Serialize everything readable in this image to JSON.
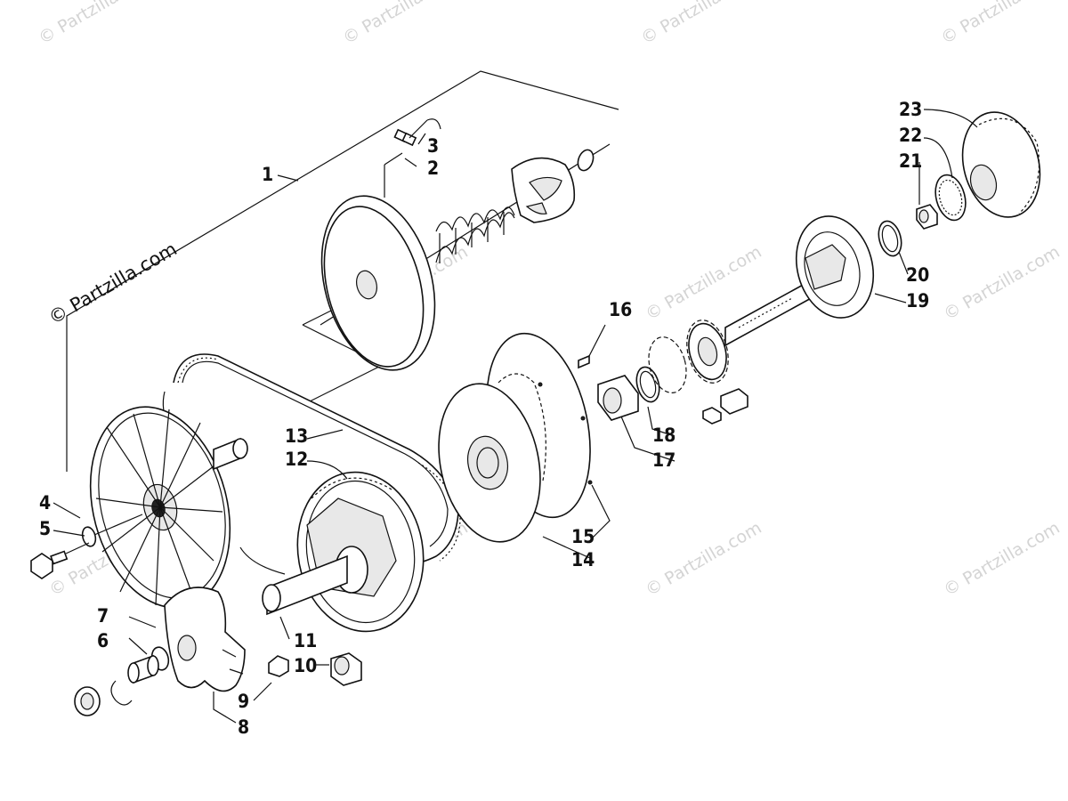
{
  "watermark": {
    "main_text": "© Partzilla.com",
    "tile_text": "© Partzilla.com"
  },
  "callouts": [
    "1",
    "2",
    "3",
    "4",
    "5",
    "6",
    "7",
    "8",
    "9",
    "10",
    "11",
    "12",
    "13",
    "14",
    "15",
    "16",
    "17",
    "18",
    "19",
    "20",
    "21",
    "22",
    "23"
  ]
}
